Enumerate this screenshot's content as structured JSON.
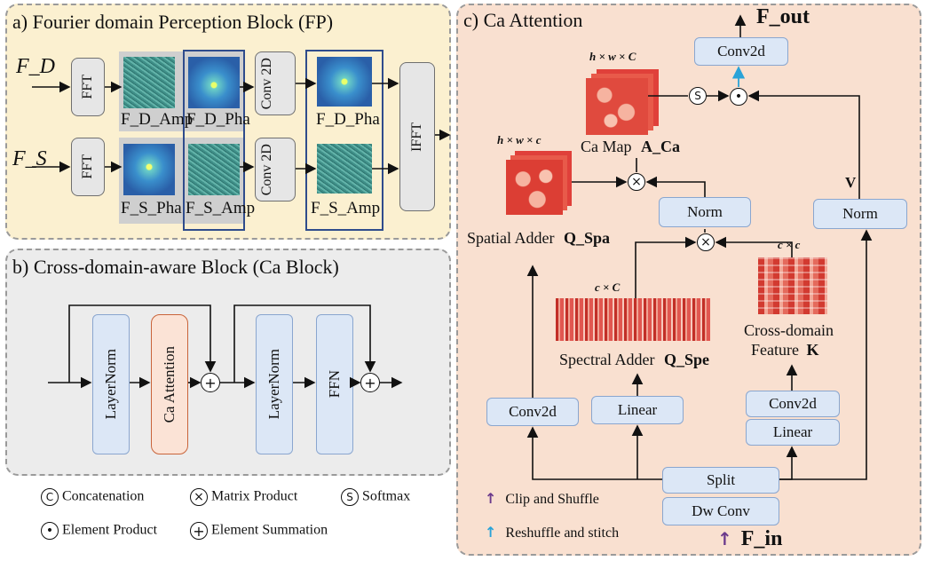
{
  "panel_a": {
    "title": "a) Fourier domain Perception Block (FP)",
    "input_d": "F_D",
    "input_s": "F_S",
    "fft": "FFT",
    "conv2d": "Conv 2D",
    "ifft": "IFFT",
    "labels": {
      "d_amp": "F_D_Amp",
      "d_pha": "F_D_Pha",
      "d_pha_out": "F_D_Pha",
      "s_pha": "F_S_Pha",
      "s_amp": "F_S_Amp",
      "s_amp_out": "F_S_Amp"
    }
  },
  "panel_b": {
    "title": "b) Cross-domain-aware Block (Ca Block)",
    "layernorm": "LayerNorm",
    "ca_attention": "Ca Attention",
    "ffn": "FFN"
  },
  "panel_c": {
    "title": "c) Ca Attention",
    "f_out": "F_out",
    "f_in": "F_in",
    "conv2d_top": "Conv2d",
    "dim_hwC": "h × w × C",
    "dim_hwc": "h × w × c",
    "dim_cC": "c × C",
    "dim_cc": "c × c",
    "ca_map": "Ca Map",
    "ca_map_sym": "A_Ca",
    "spatial_adder": "Spatial Adder",
    "spatial_sym": "Q_Spa",
    "spectral_adder": "Spectral Adder",
    "spectral_sym": "Q_Spe",
    "cross_domain_1": "Cross-domain",
    "cross_domain_2": "Feature",
    "cross_domain_sym": "K",
    "v_label": "V",
    "norm": "Norm",
    "conv2d": "Conv2d",
    "linear": "Linear",
    "split": "Split",
    "dw_conv": "Dw Conv",
    "clip_shuffle": "Clip and Shuffle",
    "reshuffle": "Reshuffle and stitch"
  },
  "legend": {
    "concat": "Concatenation",
    "matrix": "Matrix Product",
    "softmax": "Softmax",
    "element_product": "Element Product",
    "element_sum": "Element Summation"
  },
  "colors": {
    "panel_a_bg": "#fbf0d0",
    "panel_b_bg": "#ececec",
    "panel_c_bg": "#f9e0d0",
    "blue_box": "#dce7f6",
    "purple_arrow": "#6b3a8c",
    "cyan_arrow": "#2aa3d8"
  }
}
